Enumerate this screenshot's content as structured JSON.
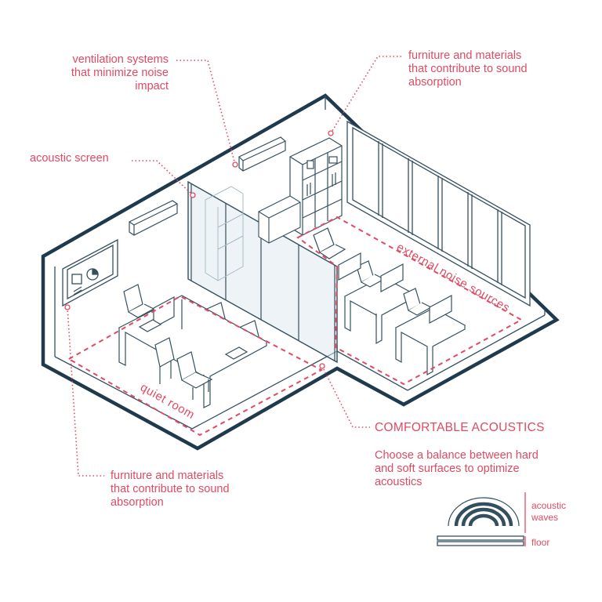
{
  "colors": {
    "outline": "#1e3a4c",
    "line": "#34505f",
    "accent": "#e04a62",
    "glass": "#dfe9ee",
    "background": "#ffffff"
  },
  "labels": {
    "ventilation": [
      "ventilation systems",
      "that minimize noise",
      "impact"
    ],
    "furniture_top": [
      "furniture and materials",
      "that contribute to sound",
      "absorption"
    ],
    "acoustic_screen": "acoustic screen",
    "external_noise": "external noise sources",
    "quiet_room": "quiet room",
    "comfortable_title": "COMFORTABLE ACOUSTICS",
    "comfortable_desc": [
      "Choose a balance between hard",
      "and soft surfaces to optimize",
      "acoustics"
    ],
    "furniture_bottom": [
      "furniture and materials",
      "that contribute to sound",
      "absorption"
    ],
    "acoustic_waves": [
      "acoustic",
      "waves"
    ],
    "floor": "floor"
  }
}
